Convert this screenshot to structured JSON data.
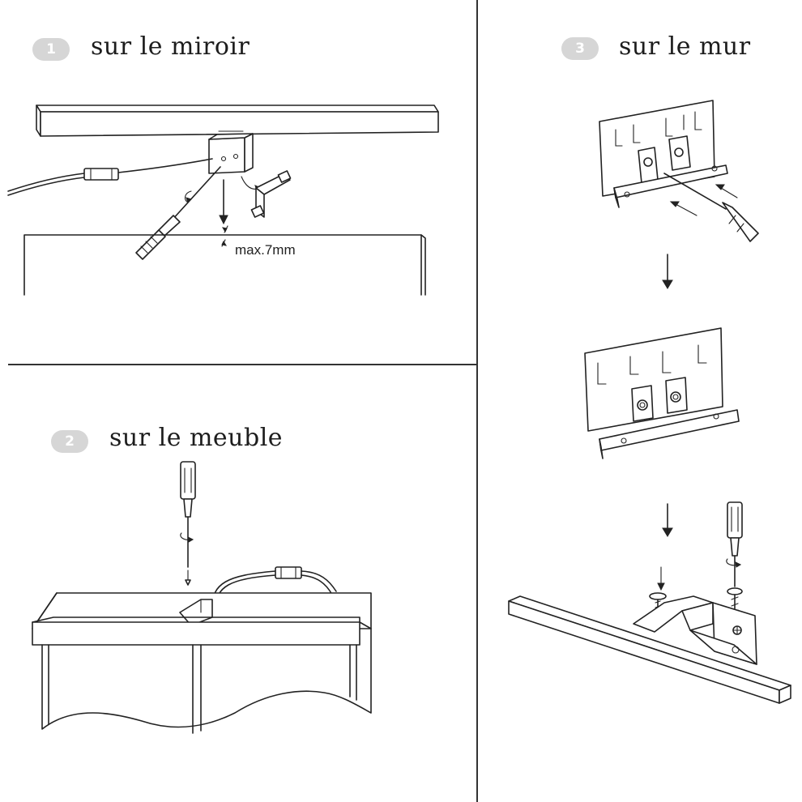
{
  "steps": [
    {
      "number": "1",
      "title": "sur le miroir"
    },
    {
      "number": "2",
      "title": "sur le meuble"
    },
    {
      "number": "3",
      "title": "sur le mur"
    }
  ],
  "annotations": {
    "max_gap": "max.7mm"
  },
  "icons": [
    "screwdriver-icon",
    "down-arrow-icon",
    "rotation-arrow-icon",
    "screw-icon",
    "connector-icon"
  ],
  "colors": {
    "line": "#222222",
    "badge": "#d6d6d6",
    "background": "#ffffff"
  }
}
